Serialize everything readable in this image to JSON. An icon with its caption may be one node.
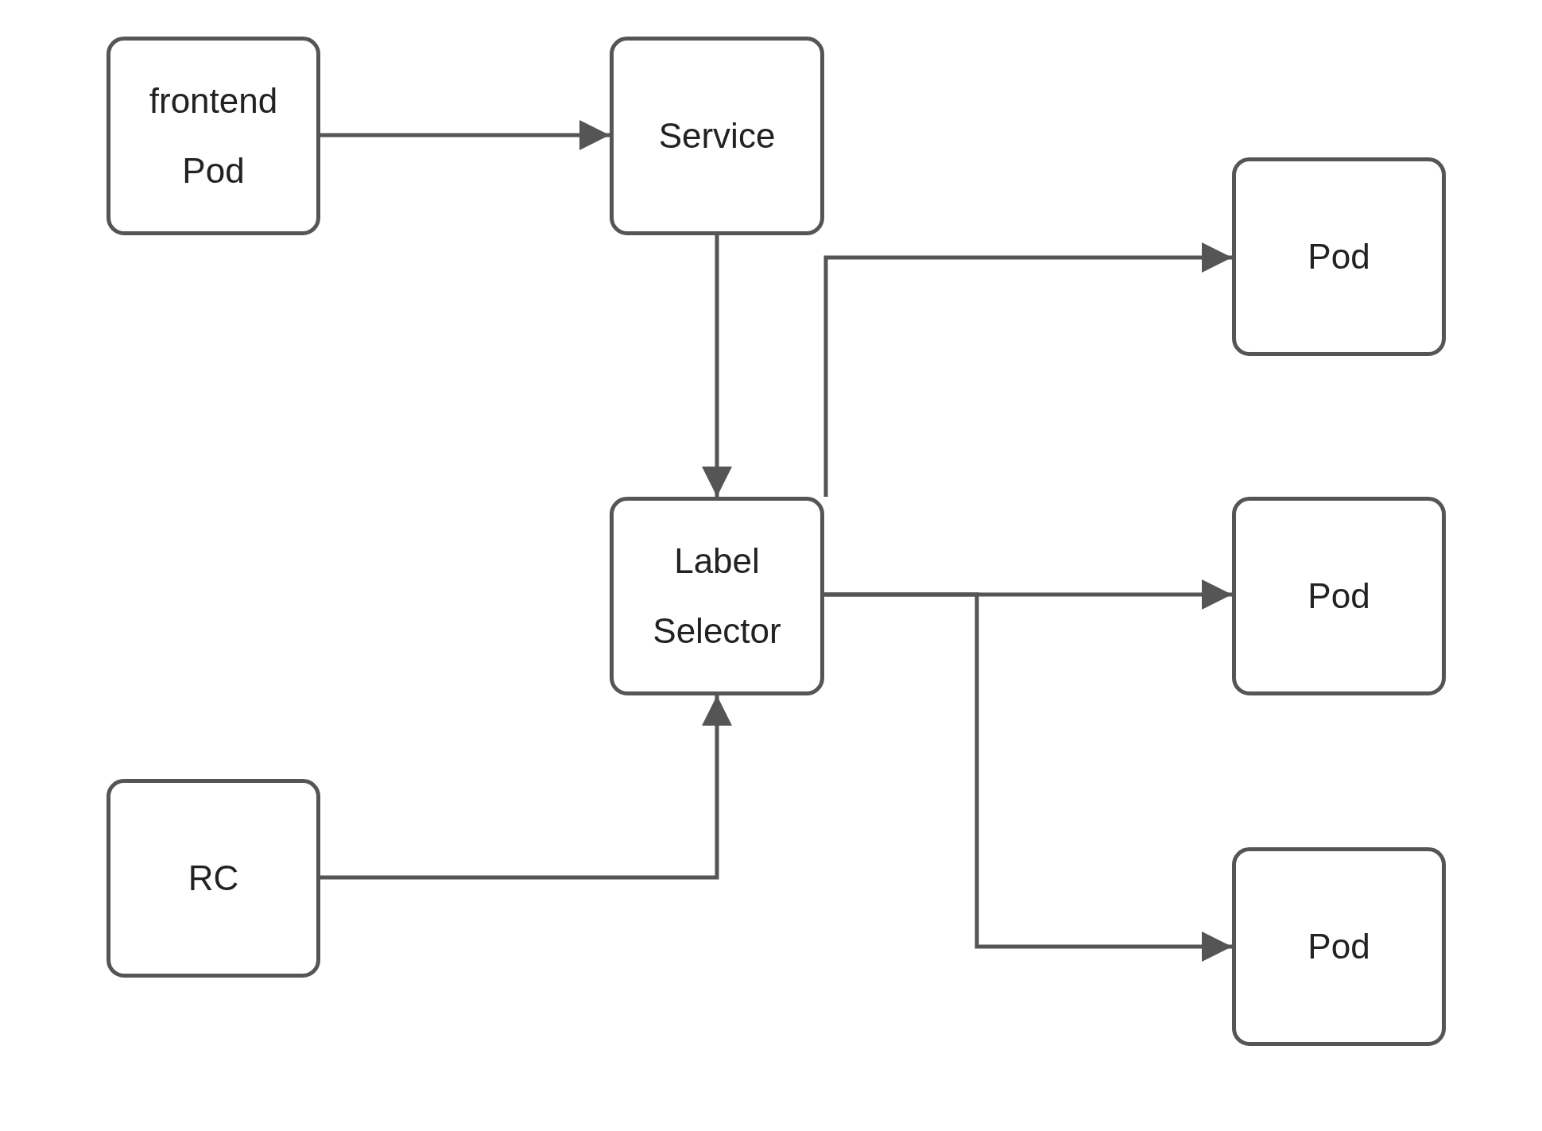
{
  "diagram": {
    "nodes": [
      {
        "text": [
          "frontend Pod"
        ]
      },
      {
        "text": [
          "Service"
        ]
      },
      {
        "text": [
          "Label Selector"
        ]
      },
      {
        "text": [
          "RC"
        ]
      },
      {
        "text": [
          "Pod"
        ]
      },
      {
        "text": [
          "Pod"
        ]
      },
      {
        "text": [
          "Pod"
        ]
      }
    ],
    "edges": [
      {
        "from": 0,
        "to": 1,
        "arrow": "to"
      },
      {
        "from": 1,
        "to": 2,
        "arrow": "to"
      },
      {
        "from": 3,
        "to": 2,
        "arrow": "to"
      },
      {
        "from": 2,
        "to": 4,
        "arrow": "to"
      },
      {
        "from": 2,
        "to": 5,
        "arrow": "to"
      },
      {
        "from": 2,
        "to": 6,
        "arrow": "to"
      }
    ]
  }
}
